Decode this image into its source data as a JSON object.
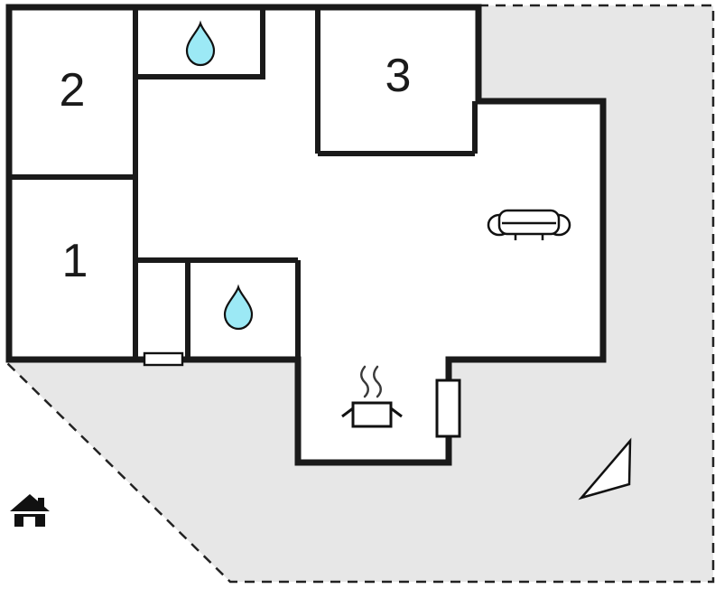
{
  "floor_plan": {
    "rooms": [
      {
        "id": "room-2",
        "label": "2"
      },
      {
        "id": "room-1",
        "label": "1"
      },
      {
        "id": "room-3",
        "label": "3"
      }
    ],
    "symbols": {
      "bathroom_1": "water-drop",
      "bathroom_2": "water-drop",
      "living_room": "sofa",
      "kitchen": "stove-pot-with-steam",
      "window": "window",
      "radiator": "radiator",
      "orientation": "north-arrow",
      "marker": "house-symbol"
    },
    "colors": {
      "plot": "#e7e7e7",
      "wall": "#1a1a1a",
      "water_drop": "#9ce9f5",
      "background": "#ffffff",
      "steam": "#3a3a3a"
    }
  }
}
